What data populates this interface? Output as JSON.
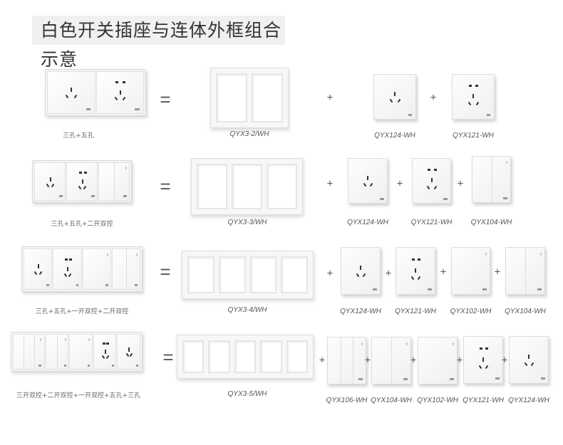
{
  "title": "白色开关插座与连体外框组合示意",
  "equals": "=",
  "plus": "+",
  "rows": [
    {
      "combo_label": "三孔+五孔",
      "combo": [
        "3",
        "5"
      ],
      "frame_code": "QYX3-2/WH",
      "frame_gangs": 2,
      "modules": [
        {
          "code": "QYX124-WH",
          "type": "3"
        },
        {
          "code": "QYX121-WH",
          "type": "5"
        }
      ]
    },
    {
      "combo_label": "三孔+五孔+二开双控",
      "combo": [
        "3",
        "5",
        "s2"
      ],
      "frame_code": "QYX3-3/WH",
      "frame_gangs": 3,
      "modules": [
        {
          "code": "QYX124-WH",
          "type": "3"
        },
        {
          "code": "QYX121-WH",
          "type": "5"
        },
        {
          "code": "QYX104-WH",
          "type": "s2"
        }
      ]
    },
    {
      "combo_label": "三孔+五孔+一开双控+二开双控",
      "combo": [
        "3",
        "5",
        "s1",
        "s2"
      ],
      "frame_code": "QYX3-4/WH",
      "frame_gangs": 4,
      "modules": [
        {
          "code": "QYX124-WH",
          "type": "3"
        },
        {
          "code": "QYX121-WH",
          "type": "5"
        },
        {
          "code": "QYX102-WH",
          "type": "s1"
        },
        {
          "code": "QYX104-WH",
          "type": "s2"
        }
      ]
    },
    {
      "combo_label": "三开双控+二开双控+一开双控+五孔+三孔",
      "combo": [
        "s3",
        "s2",
        "s1",
        "5",
        "3"
      ],
      "frame_code": "QYX3-5/WH",
      "frame_gangs": 5,
      "modules": [
        {
          "code": "QYX106-WH",
          "type": "s3"
        },
        {
          "code": "QYX104-WH",
          "type": "s2"
        },
        {
          "code": "QYX102-WH",
          "type": "s1"
        },
        {
          "code": "QYX121-WH",
          "type": "5"
        },
        {
          "code": "QYX124-WH",
          "type": "3"
        }
      ]
    }
  ]
}
